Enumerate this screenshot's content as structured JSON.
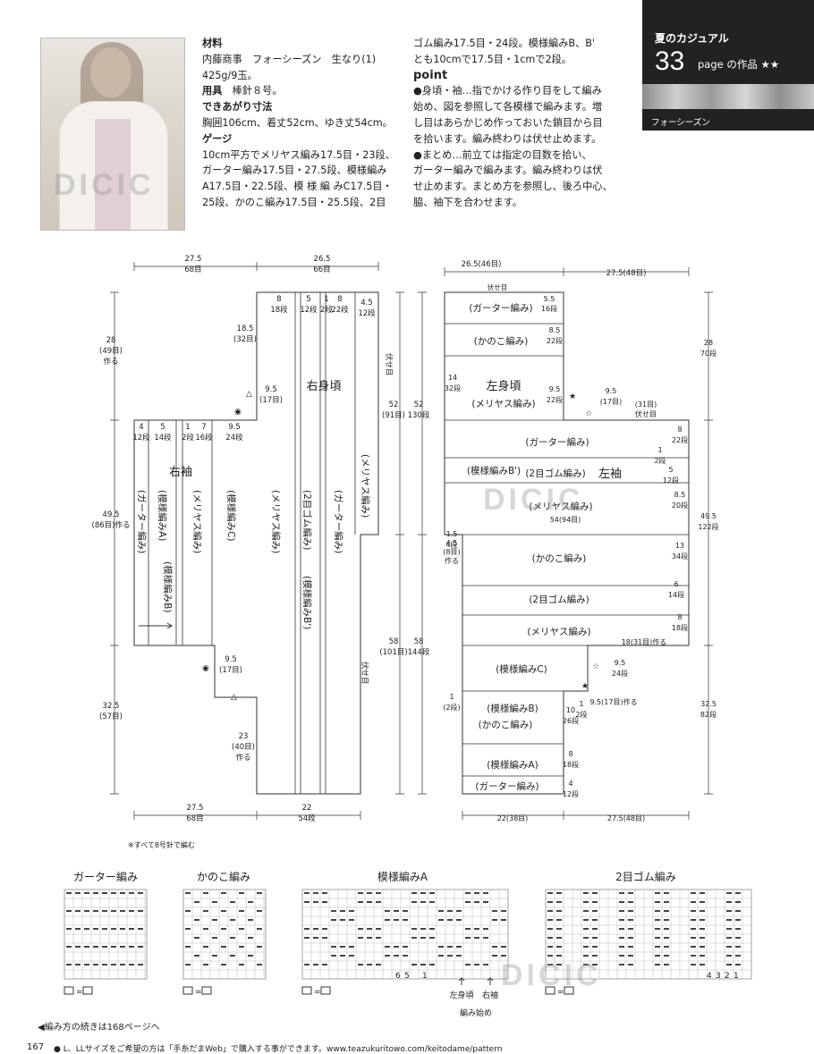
{
  "header": {
    "section_title": "夏のカジュアル",
    "page_num": "33",
    "page_label": "page の作品 ★★",
    "yarn_label": "フォーシーズン"
  },
  "info_left": {
    "materials_h": "材料",
    "materials_1": "内藤商事　フォーシーズン　生なり(1)",
    "materials_2": "425g/9玉。",
    "tools_h": "用具",
    "tools": "棒針８号。",
    "size_h": "できあがり寸法",
    "size": "胸囲106cm、着丈52cm、ゆき丈54cm。",
    "gauge_h": "ゲージ",
    "gauge_1": "10cm平方でメリヤス編み17.5目・23段、",
    "gauge_2": "ガーター編み17.5目・27.5段、模様編み",
    "gauge_3": "A17.5目・22.5段、模 様 編 みC17.5目・",
    "gauge_4": "25段、かのこ編み17.5目・25.5段、2目"
  },
  "info_right": {
    "r1": "ゴム編み17.5目・24段。模様編みB、B'",
    "r2": "とも10cmで17.5目・1cmで2段。",
    "point_h": "point",
    "p1": "●身頃・袖…指でかける作り目をして編み",
    "p2": "始め、図を参照して各模様で編みます。増",
    "p3": "し目はあらかじめ作っておいた鎖目から目",
    "p4": "を拾います。編み終わりは伏せ止めます。",
    "p5": "●まとめ…前立ては指定の目数を拾い、",
    "p6": "ガーター編みで編みます。編み終わりは伏",
    "p7": "せ止めます。まとめ方を参照し、後ろ中心、",
    "p8": "脇、袖下を合わせます。"
  },
  "diagram_left": {
    "top_w1": "27.5",
    "top_w1s": "68目",
    "top_w2": "26.5",
    "top_w2s": "66目",
    "h28": "28",
    "h28s": "(49目)",
    "h28c": "作る",
    "h49": "49.5",
    "h49s": "(86目)作る",
    "h32": "32.5",
    "h32s": "(57目)",
    "h18": "18.5",
    "h18s": "(32目)",
    "h9a": "9.5",
    "h9as": "(17目)",
    "h9b": "9.5",
    "h9bs": "(17目)",
    "h23": "23",
    "h23s": "(40目)",
    "h23c": "作る",
    "h52": "52",
    "h52s": "(91目)",
    "h52r": "52",
    "h52rs": "130段",
    "h58": "58",
    "h58s": "(101目)",
    "h58r": "58",
    "h58rs": "144段",
    "fuse1": "伏せ目",
    "fuse2": "伏せ目",
    "sleeve": "右袖",
    "body": "右身頃",
    "b_w1": "27.5",
    "b_w1s": "68目",
    "b_w2": "22",
    "b_w2s": "54段",
    "note": "※すべて8号針で編む",
    "c1": "8",
    "c1s": "18段",
    "c2": "5",
    "c2s": "12段",
    "c3": "1",
    "c3s": "2段",
    "c4": "8",
    "c4s": "22段",
    "c5": "4.5",
    "c5s": "12段",
    "s1": "4",
    "s1s": "12段",
    "s2": "5",
    "s2s": "14段",
    "s3": "1",
    "s3s": "2段",
    "s4": "7",
    "s4s": "16段",
    "s5": "9.5",
    "s5s": "24段",
    "col1": "(ガーター編み)",
    "col2": "(模様編みA)",
    "col3": "(模様編みB)",
    "col4": "(メリヤス編み)",
    "col5": "(模様編みC)",
    "col6": "(メリヤス編み)",
    "col7": "(2目ゴム編み)",
    "col8": "(模様編みB')",
    "col9": "(ガーター編み)",
    "col10": "(メリヤス編み)"
  },
  "diagram_right": {
    "top_w1": "26.5(46目)",
    "top_w2": "27.5(48目)",
    "fuse_top": "伏せ目",
    "body": "左身頃",
    "body_sub": "(メリヤス編み)",
    "sleeve": "左袖",
    "rows": [
      "(ガーター編み)",
      "(かのこ編み)",
      "(ガーター編み)",
      "(模様編みB')",
      "(2目ゴム編み)",
      "(メリヤス編み)",
      "(かのこ編み)",
      "(2目ゴム編み)",
      "(メリヤス編み)",
      "(模様編みC)",
      "(模様編みB)",
      "(かのこ編み)",
      "(模様編みA)",
      "(ガーター編み)"
    ],
    "r55": "5.5",
    "r55s": "16段",
    "r85": "8.5",
    "r85s": "22段",
    "r14": "14",
    "r14s": "32段",
    "r95": "9.5",
    "r95s": "22段",
    "r95b": "9.5",
    "r95bs": "(17目)",
    "r31": "(31目)",
    "r31s": "伏せ目",
    "r8": "8",
    "r8s": "22段",
    "r1": "1",
    "r1s": "2段",
    "r5": "5",
    "r5s": "12段",
    "r85b": "8.5",
    "r85bs": "20段",
    "stitch": "54(94目)",
    "l15": "1.5",
    "l15s": "4段",
    "l45": "4.5",
    "l45s": "(8目)",
    "l45c": "作る",
    "r13": "13",
    "r13s": "34段",
    "r6": "6",
    "r6s": "14段",
    "r8c": "8",
    "r8cs": "18段",
    "r18": "18(31目)作る",
    "r95c": "9.5",
    "r95cs": "24段",
    "r95d": "9.5(17目)作る",
    "l1": "1",
    "l1s": "(2段)",
    "r10": "10",
    "r10s": "26段",
    "r1b": "1",
    "r1bs": "2段",
    "r8d": "8",
    "r8ds": "18段",
    "r4": "4",
    "r4s": "12段",
    "h28": "28",
    "h28s": "70段",
    "h49": "49.5",
    "h49s": "122段",
    "h32": "32.5",
    "h32s": "82段",
    "b_w1": "22(38目)",
    "b_w2": "27.5(48目)"
  },
  "charts": {
    "c1": "ガーター編み",
    "c2": "かのこ編み",
    "c3": "模様編みA",
    "c4": "2目ゴム編み",
    "leg": "=",
    "arrow1": "左身頃",
    "arrow2": "右袖",
    "arrow3": "編み始め",
    "nums_a": [
      "6",
      "5",
      "1"
    ],
    "nums_d": [
      "4",
      "3",
      "2",
      "1"
    ]
  },
  "footer": {
    "cont": "◀編み方の続きは168ページへ",
    "page": "167",
    "note": "● L、LLサイズをご希望の方は「手糸だまWeb」で購入する事ができます。www.teazukuritowo.com/keitodame/pattern"
  },
  "watermark": "DICIC"
}
